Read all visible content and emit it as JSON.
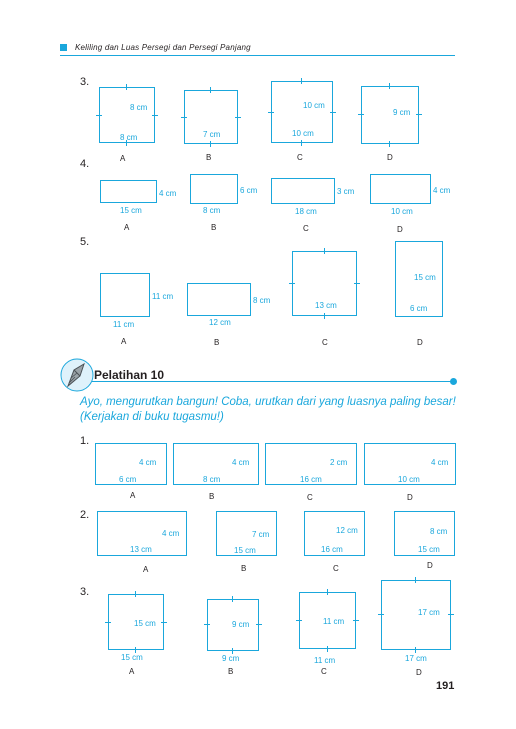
{
  "header": {
    "title": "Keliling dan Luas Persegi dan Persegi Panjang"
  },
  "top_questions": [
    {
      "num": "3.",
      "shapes": [
        {
          "label": "A",
          "d1": "8 cm",
          "d2": "8 cm"
        },
        {
          "label": "B",
          "d1": "7 cm"
        },
        {
          "label": "C",
          "d1": "10 cm",
          "d2": "10 cm"
        },
        {
          "label": "D",
          "d1": "9 cm"
        }
      ]
    },
    {
      "num": "4.",
      "shapes": [
        {
          "label": "A",
          "d1": "4 cm",
          "d2": "15 cm"
        },
        {
          "label": "B",
          "d1": "6 cm",
          "d2": "8 cm"
        },
        {
          "label": "C",
          "d1": "3 cm",
          "d2": "18 cm"
        },
        {
          "label": "D",
          "d1": "4 cm",
          "d2": "10 cm"
        }
      ]
    },
    {
      "num": "5.",
      "shapes": [
        {
          "label": "A",
          "d1": "11 cm",
          "d2": "11 cm"
        },
        {
          "label": "B",
          "d1": "8 cm",
          "d2": "12 cm"
        },
        {
          "label": "C",
          "d1": "13 cm"
        },
        {
          "label": "D",
          "d1": "15 cm",
          "d2": "6 cm"
        }
      ]
    }
  ],
  "pelatihan": {
    "title": "Pelatihan 10",
    "instruction_line1": "Ayo, mengurutkan bangun! Coba, urutkan dari yang luasnya paling besar!",
    "instruction_line2": "(Kerjakan di buku tugasmu!)"
  },
  "bottom_questions": [
    {
      "num": "1.",
      "shapes": [
        {
          "label": "A",
          "d1": "4 cm",
          "d2": "6 cm"
        },
        {
          "label": "B",
          "d1": "4 cm",
          "d2": "8 cm"
        },
        {
          "label": "C",
          "d1": "2 cm",
          "d2": "16 cm"
        },
        {
          "label": "D",
          "d1": "4 cm",
          "d2": "10 cm"
        }
      ]
    },
    {
      "num": "2.",
      "shapes": [
        {
          "label": "A",
          "d1": "4 cm",
          "d2": "13 cm"
        },
        {
          "label": "B",
          "d1": "7 cm",
          "d2": "15 cm"
        },
        {
          "label": "C",
          "d1": "12 cm",
          "d2": "16 cm"
        },
        {
          "label": "D",
          "d1": "8 cm",
          "d2": "15 cm"
        }
      ]
    },
    {
      "num": "3.",
      "shapes": [
        {
          "label": "A",
          "d1": "15 cm",
          "d2": "15 cm"
        },
        {
          "label": "B",
          "d1": "9 cm",
          "d2": "9 cm"
        },
        {
          "label": "C",
          "d1": "11 cm",
          "d2": "11 cm"
        },
        {
          "label": "D",
          "d1": "17 cm",
          "d2": "17 cm"
        }
      ]
    }
  ],
  "page_number": "191",
  "colors": {
    "accent": "#1aa7dc",
    "text": "#231f20"
  }
}
